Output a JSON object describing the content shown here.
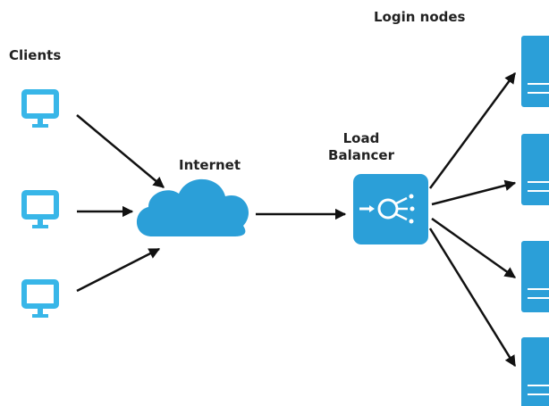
{
  "labels": {
    "clients": "Clients",
    "internet": "Internet",
    "load_balancer_line1": "Load",
    "load_balancer_line2": "Balancer",
    "login_nodes": "Login nodes"
  },
  "colors": {
    "accent": "#2b9fd8",
    "icon_light": "#38b6e8",
    "arrow": "#111111",
    "text": "#222222"
  },
  "icons": {
    "client": "monitor-icon",
    "internet": "cloud-icon",
    "load_balancer": "load-balancer-icon",
    "login_node": "server-icon"
  },
  "counts": {
    "clients": 3,
    "login_nodes": 4
  }
}
